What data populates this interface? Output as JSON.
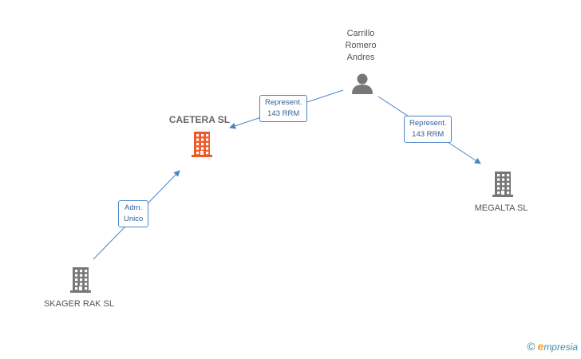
{
  "nodes": [
    {
      "id": "person",
      "label_lines": [
        "Carrillo",
        "Romero",
        "Andres"
      ],
      "kind": "person",
      "color": "#777777"
    },
    {
      "id": "caetera",
      "label_lines": [
        "CAETERA SL"
      ],
      "kind": "company",
      "color": "#f05a28",
      "main": true
    },
    {
      "id": "megalta",
      "label_lines": [
        "MEGALTA SL"
      ],
      "kind": "company",
      "color": "#777777"
    },
    {
      "id": "skager",
      "label_lines": [
        "SKAGER RAK SL"
      ],
      "kind": "company",
      "color": "#777777"
    }
  ],
  "edges": [
    {
      "from": "person",
      "to": "caetera",
      "label_lines": [
        "Represent.",
        "143 RRM"
      ]
    },
    {
      "from": "person",
      "to": "megalta",
      "label_lines": [
        "Represent.",
        "143 RRM"
      ]
    },
    {
      "from": "skager",
      "to": "caetera",
      "label_lines": [
        "Adm.",
        "Unico"
      ]
    }
  ],
  "brand": {
    "copyright": "©",
    "name_first": "e",
    "name_rest": "mpresia"
  },
  "colors": {
    "edge": "#4a86c8",
    "edge_label_border": "#4a86c8"
  }
}
